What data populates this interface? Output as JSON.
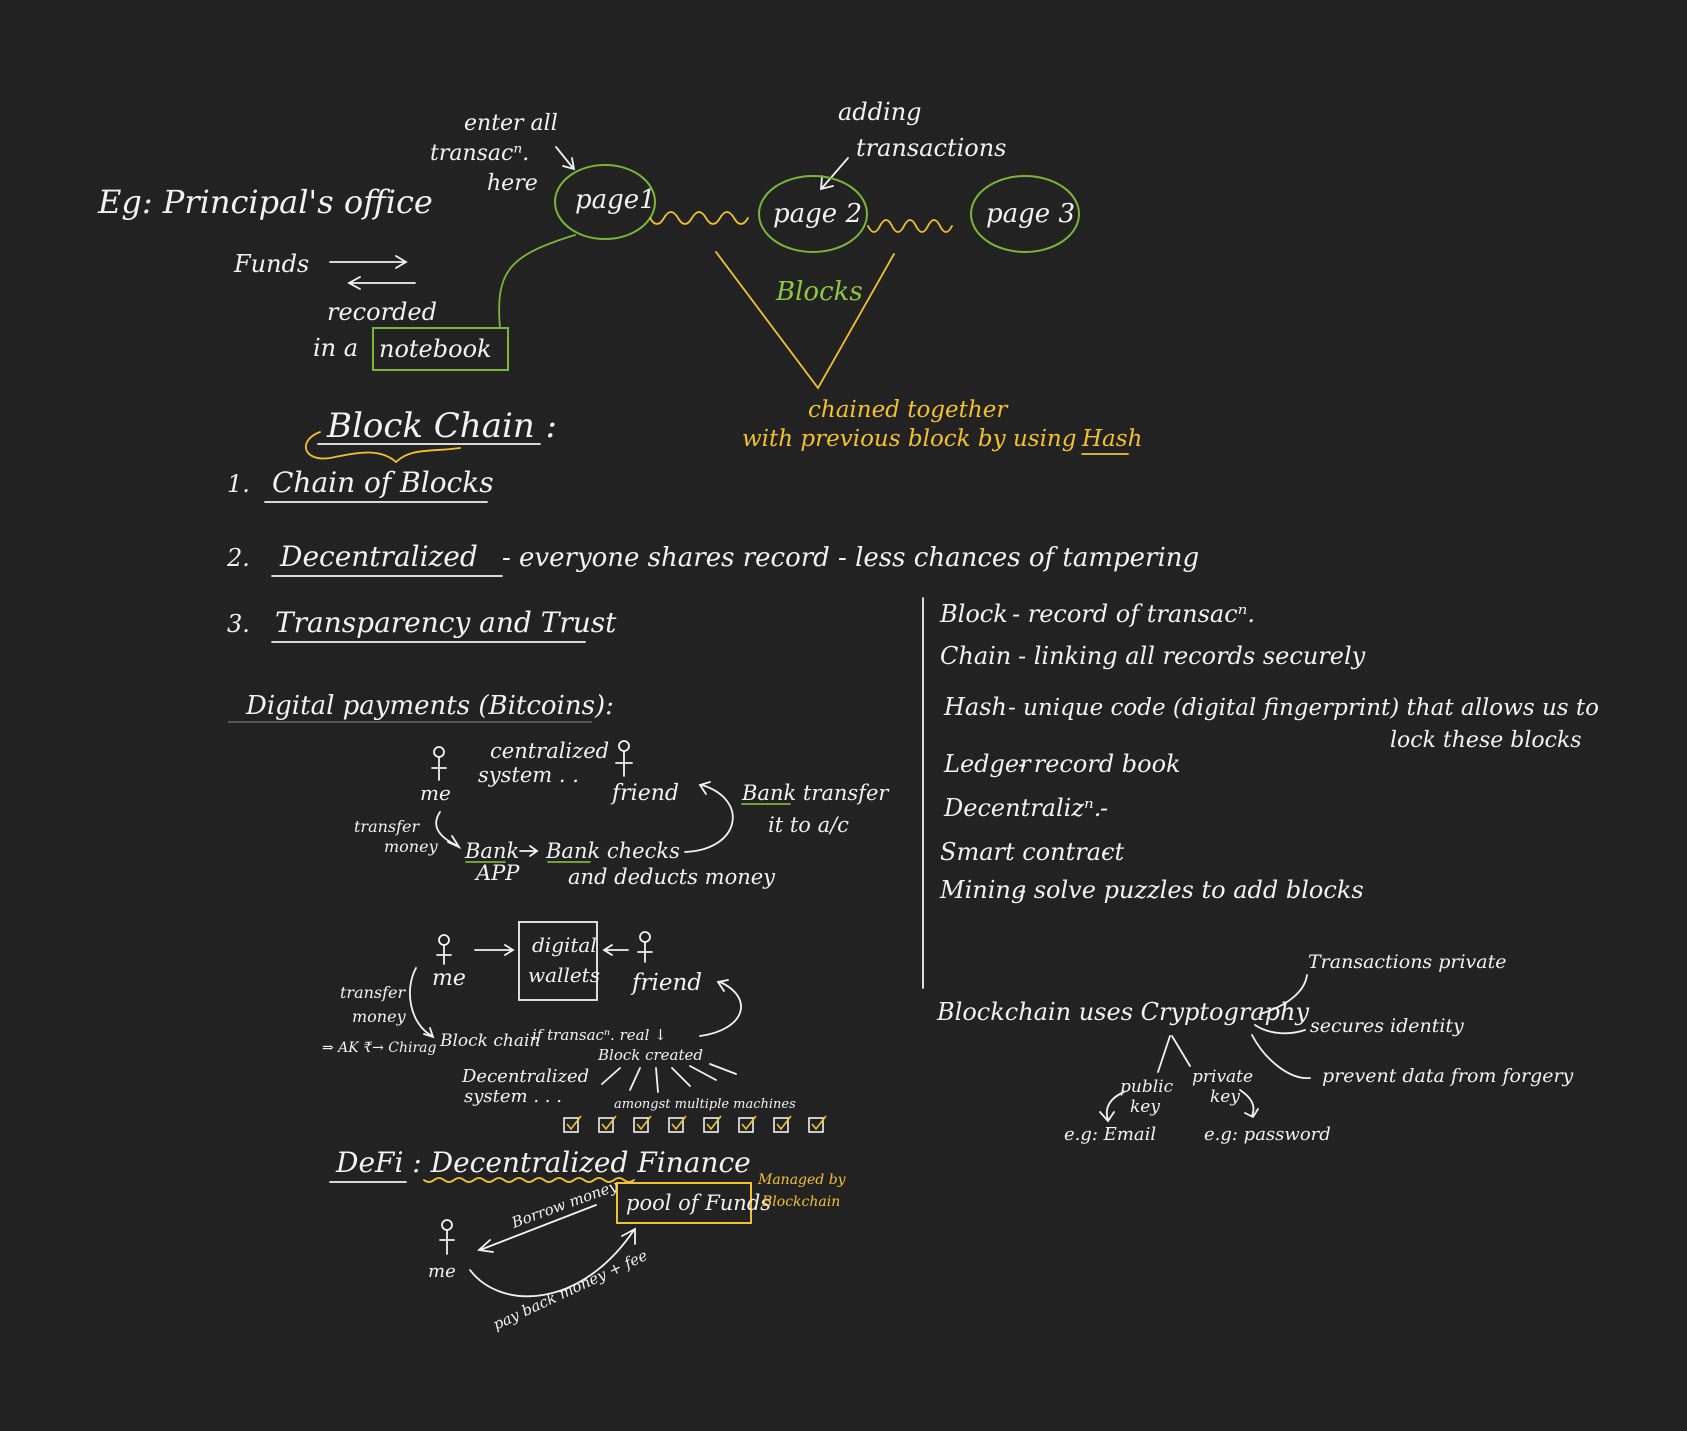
{
  "colors": {
    "background": "#222222",
    "ink": "#f2f2f2",
    "yellow": "#f2c12e",
    "green": "#8dc63f"
  },
  "example": {
    "title": "Eg: Principal's office",
    "funds": "Funds",
    "recorded": "recorded",
    "in_a": "in a",
    "notebook": "notebook",
    "enter_all_1": "enter all",
    "enter_all_2": "transacⁿ.",
    "enter_all_3": "here",
    "adding_1": "adding",
    "adding_2": "transactions",
    "pages": [
      "page1",
      "page 2",
      "page 3"
    ],
    "blocks": "Blocks",
    "chained_1": "chained together",
    "chained_2": "with previous block by using",
    "hash": "Hash"
  },
  "blockchain": {
    "heading": "Block Chain :",
    "points": [
      {
        "num": "1.",
        "term": "Chain of Blocks",
        "desc": ""
      },
      {
        "num": "2.",
        "term": "Decentralized",
        "desc": "- everyone shares record - less chances of tampering"
      },
      {
        "num": "3.",
        "term": "Transparency and Trust",
        "desc": ""
      }
    ]
  },
  "glossary": [
    {
      "term": "Block",
      "desc": "- record of transacⁿ."
    },
    {
      "term": "Chain",
      "desc": "- linking all records securely"
    },
    {
      "term": "Hash",
      "desc": "- unique code (digital fingerprint) that allows us to"
    },
    {
      "term": "",
      "desc": "lock these blocks"
    },
    {
      "term": "Ledger",
      "desc": "- record book"
    },
    {
      "term": "Decentralizⁿ.",
      "desc": "-"
    },
    {
      "term": "Smart contract",
      "desc": "-"
    },
    {
      "term": "Mining",
      "desc": "- solve puzzles to add blocks"
    }
  ],
  "crypto": {
    "main": "Blockchain uses Cryptography",
    "branches": [
      "Transactions private",
      "secures identity",
      "prevent data from forgery"
    ],
    "public_1": "public",
    "public_2": "key",
    "private_1": "private",
    "private_2": "key",
    "public_eg": "e.g: Email",
    "private_eg": "e.g: password"
  },
  "payments": {
    "heading": "Digital payments (Bitcoins):",
    "centralized": {
      "me": "me",
      "friend": "friend",
      "system_1": "centralized",
      "system_2": "system . .",
      "transfer_1": "transfer",
      "transfer_2": "money",
      "bank_app_1": "Bank",
      "bank_app_2": "APP",
      "bank_checks_1": "Bank checks",
      "bank_checks_2": "and deducts money",
      "bank_transfer_1": "Bank transfer",
      "bank_transfer_2": "it to a/c"
    },
    "decentralized": {
      "me": "me",
      "friend": "friend",
      "wallets_1": "digital",
      "wallets_2": "wallets",
      "transfer_1": "transfer",
      "transfer_2": "money",
      "example": "⇒ AK ₹→ Chirag",
      "block_chain": "Block chain",
      "if_real": "if transacⁿ. real ↓",
      "block_created": "Block created",
      "system_1": "Decentralized",
      "system_2": "system . . .",
      "machines": "amongst multiple machines",
      "machine_count": 8
    }
  },
  "defi": {
    "title": "DeFi : Decentralized Finance",
    "pool": "pool of Funds",
    "managed_1": "Managed by",
    "managed_2": "Blockchain",
    "me": "me",
    "borrow": "Borrow money",
    "payback": "pay back money + fee"
  }
}
